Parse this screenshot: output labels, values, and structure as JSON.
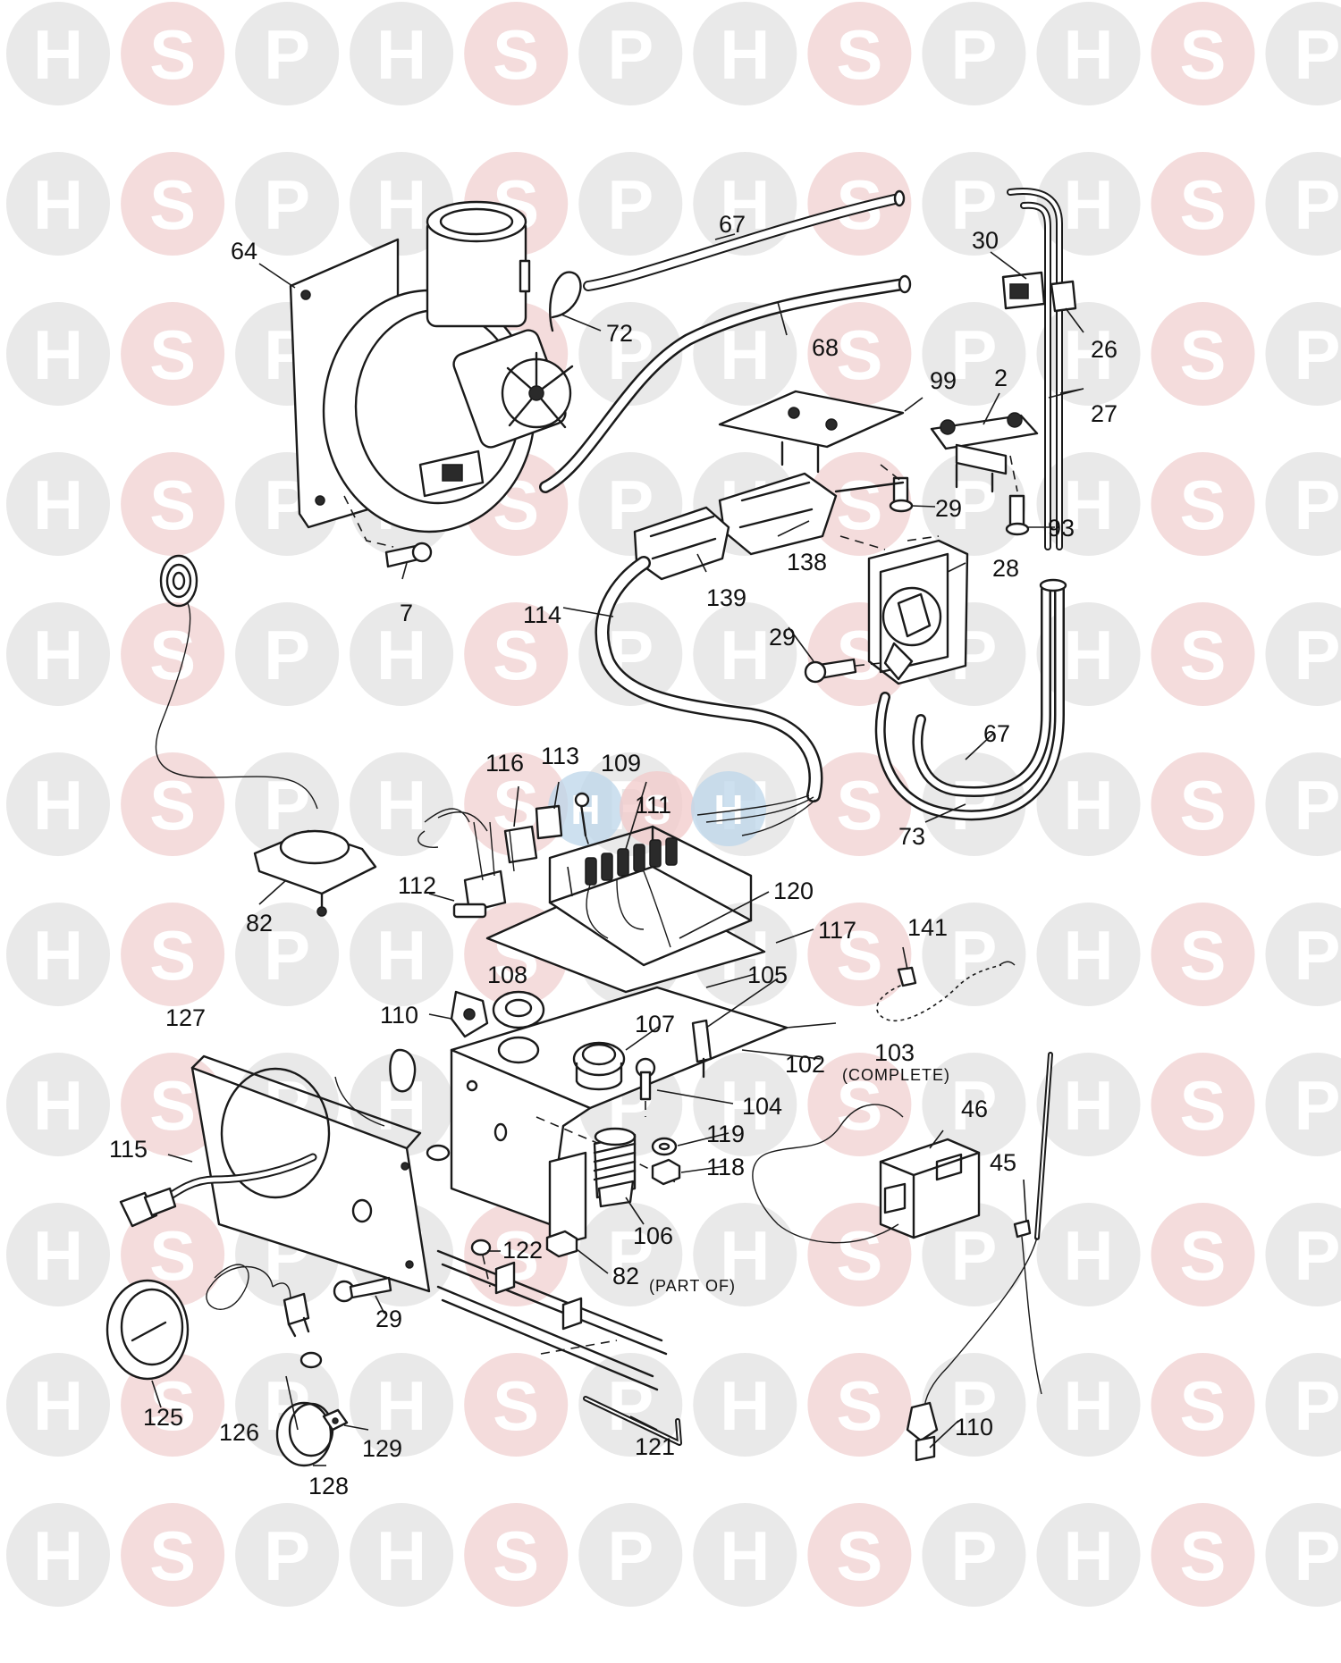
{
  "watermark": {
    "letters": [
      "H",
      "S",
      "P"
    ],
    "colors": {
      "circle": "#e9e9e9",
      "circle_accent": "#f4dcdc",
      "letter": "#ffffff"
    }
  },
  "center_badge": {
    "letters": [
      "H",
      "S",
      "H"
    ],
    "colors": {
      "left": "#bcd6ea",
      "mid": "#f2c9c9",
      "right": "#bcd6ea"
    }
  },
  "callouts": [
    {
      "id": "c64",
      "text": "64"
    },
    {
      "id": "c72",
      "text": "72"
    },
    {
      "id": "c67a",
      "text": "67"
    },
    {
      "id": "c68",
      "text": "68"
    },
    {
      "id": "c30",
      "text": "30"
    },
    {
      "id": "c26",
      "text": "26"
    },
    {
      "id": "c27",
      "text": "27"
    },
    {
      "id": "c99",
      "text": "99"
    },
    {
      "id": "c2",
      "text": "2"
    },
    {
      "id": "c29a",
      "text": "29"
    },
    {
      "id": "c93",
      "text": "93"
    },
    {
      "id": "c138",
      "text": "138"
    },
    {
      "id": "c139",
      "text": "139"
    },
    {
      "id": "c28",
      "text": "28"
    },
    {
      "id": "c7",
      "text": "7"
    },
    {
      "id": "c114",
      "text": "114"
    },
    {
      "id": "c29b",
      "text": "29"
    },
    {
      "id": "c67b",
      "text": "67"
    },
    {
      "id": "c73",
      "text": "73"
    },
    {
      "id": "c116",
      "text": "116"
    },
    {
      "id": "c113",
      "text": "113"
    },
    {
      "id": "c109",
      "text": "109"
    },
    {
      "id": "c111",
      "text": "111"
    },
    {
      "id": "c112",
      "text": "112"
    },
    {
      "id": "c82a",
      "text": "82"
    },
    {
      "id": "c120",
      "text": "120"
    },
    {
      "id": "c117",
      "text": "117"
    },
    {
      "id": "c141",
      "text": "141"
    },
    {
      "id": "c108",
      "text": "108"
    },
    {
      "id": "c105",
      "text": "105"
    },
    {
      "id": "c110a",
      "text": "110"
    },
    {
      "id": "c127",
      "text": "127"
    },
    {
      "id": "c107",
      "text": "107"
    },
    {
      "id": "c103",
      "text": "103"
    },
    {
      "id": "c102",
      "text": "102"
    },
    {
      "id": "c104",
      "text": "104"
    },
    {
      "id": "c46",
      "text": "46"
    },
    {
      "id": "c115",
      "text": "115"
    },
    {
      "id": "c119",
      "text": "119"
    },
    {
      "id": "c118",
      "text": "118"
    },
    {
      "id": "c45",
      "text": "45"
    },
    {
      "id": "c106",
      "text": "106"
    },
    {
      "id": "c122",
      "text": "122"
    },
    {
      "id": "c82b",
      "text": "82"
    },
    {
      "id": "c29c",
      "text": "29"
    },
    {
      "id": "c125",
      "text": "125"
    },
    {
      "id": "c126",
      "text": "126"
    },
    {
      "id": "c129",
      "text": "129"
    },
    {
      "id": "c121",
      "text": "121"
    },
    {
      "id": "c128",
      "text": "128"
    },
    {
      "id": "c110b",
      "text": "110"
    }
  ],
  "notes": {
    "complete": "(COMPLETE)",
    "part_of": "(PART OF)"
  }
}
